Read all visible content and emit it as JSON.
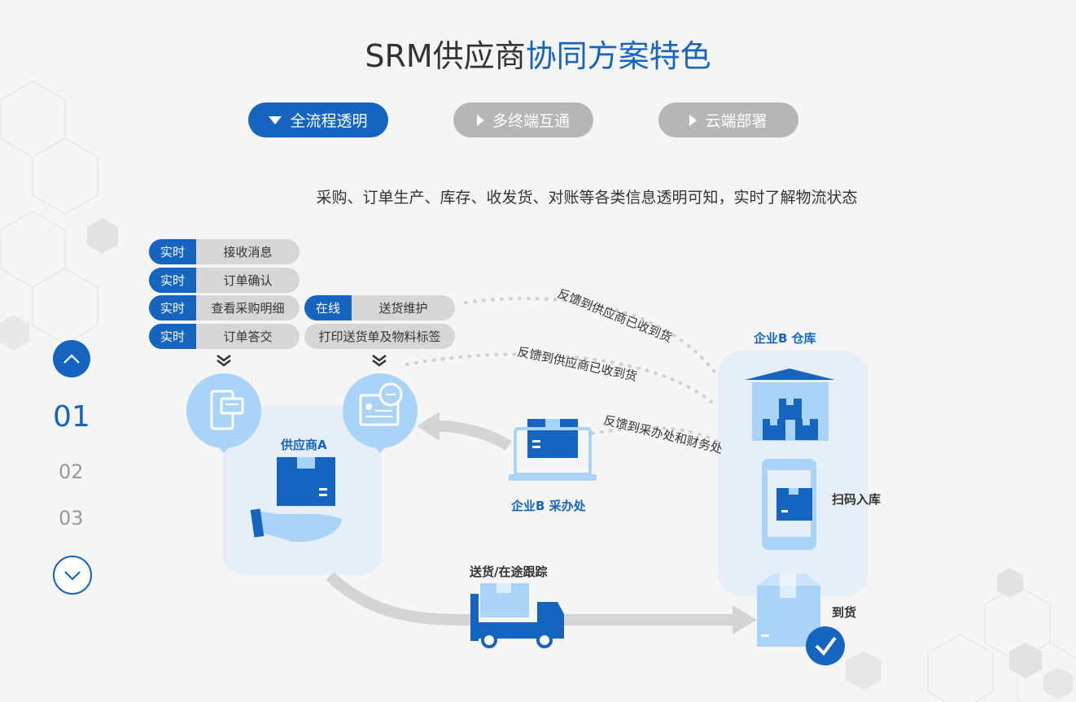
{
  "title": {
    "prefix": "SRM供应商",
    "highlight": "协同方案特色"
  },
  "tabs": [
    {
      "label": "全流程透明",
      "active": true
    },
    {
      "label": "多终端互通",
      "active": false
    },
    {
      "label": "云端部署",
      "active": false
    }
  ],
  "subtitle": "采购、订单生产、库存、收发货、对账等各类信息透明可知，实时了解物流状态",
  "supplier_pills": [
    {
      "tag": "实时",
      "text": "接收消息"
    },
    {
      "tag": "实时",
      "text": "订单确认"
    },
    {
      "tag": "实时",
      "text": "查看采购明细"
    },
    {
      "tag": "实时",
      "text": "订单答交"
    }
  ],
  "online_pills": [
    {
      "tag": "在线",
      "text": "送货维护"
    },
    {
      "tag": "",
      "text": "打印送货单及物料标签"
    }
  ],
  "labels": {
    "supplier": "供应商A",
    "procurement": "企业B 采办处",
    "warehouse": "企业B 仓库",
    "scan": "扫码入库",
    "delivery": "送货/在途跟踪",
    "arrival": "到货"
  },
  "curve_labels": {
    "feedback1": "反馈到供应商已收到货",
    "feedback2": "反馈到供应商已收到货",
    "feedback3": "反馈到采办处和财务处"
  },
  "pager": {
    "current": "01",
    "items": [
      "02",
      "03"
    ]
  },
  "colors": {
    "primary": "#1565c0",
    "light": "#a9d4f7",
    "panel": "#e6eef7",
    "inactive": "#b6b6b6"
  }
}
